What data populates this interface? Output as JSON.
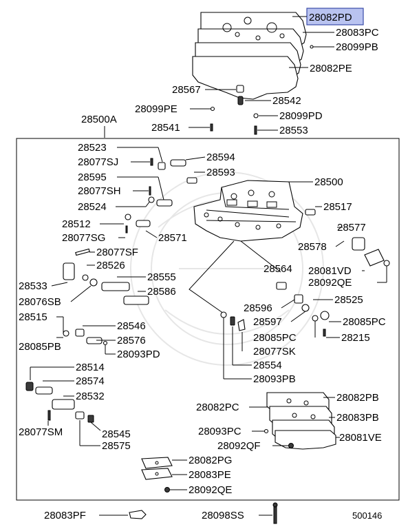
{
  "highlighted_part": "28082PD",
  "diagram_number": "500146",
  "top_parts": {
    "p28082PD": "28082PD",
    "p28083PC": "28083PC",
    "p28099PB": "28099PB",
    "p28082PE": "28082PE",
    "p28567": "28567",
    "p28542": "28542",
    "p28099PE": "28099PE",
    "p28099PD": "28099PD",
    "p28500A": "28500A",
    "p28541": "28541",
    "p28553": "28553"
  },
  "box_parts": {
    "p28523": "28523",
    "p28077SJ": "28077SJ",
    "p28594": "28594",
    "p28593": "28593",
    "p28595": "28595",
    "p28500": "28500",
    "p28077SH": "28077SH",
    "p28524": "28524",
    "p28517": "28517",
    "p28512": "28512",
    "p28577": "28577",
    "p28077SG": "28077SG",
    "p28571": "28571",
    "p28578": "28578",
    "p28077SF": "28077SF",
    "p28081VD": "28081VD",
    "p28526": "28526",
    "p28533": "28533",
    "p28092QE_a": "28092QE",
    "p28555": "28555",
    "p28564": "28564",
    "p28586": "28586",
    "p28076SB": "28076SB",
    "p28525": "28525",
    "p28596": "28596",
    "p28515": "28515",
    "p28597": "28597",
    "p28085PC": "28085PC",
    "p28546": "28546",
    "p28085PC_b": "28085PC",
    "p28215": "28215",
    "p28085PB": "28085PB",
    "p28576": "28576",
    "p28093PD": "28093PD",
    "p28077SK": "28077SK",
    "p28554": "28554",
    "p28514": "28514",
    "p28574": "28574",
    "p28093PB": "28093PB",
    "p28532": "28532",
    "p28082PB": "28082PB",
    "p28082PC": "28082PC",
    "p28083PB": "28083PB",
    "p28077SM": "28077SM",
    "p28545": "28545",
    "p28093PC": "28093PC",
    "p28081VE": "28081VE",
    "p28575": "28575",
    "p28092QF": "28092QF",
    "p28082PG": "28082PG",
    "p28083PE": "28083PE",
    "p28092QE_b": "28092QE"
  },
  "bottom_parts": {
    "p28083PF": "28083PF",
    "p28098SS": "28098SS"
  }
}
